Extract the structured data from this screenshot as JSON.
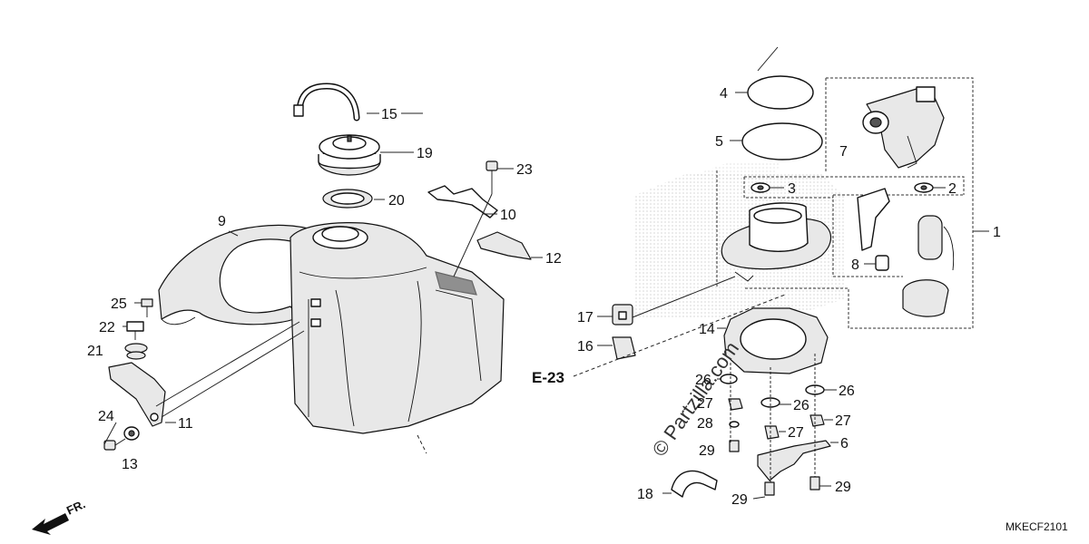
{
  "diagram": {
    "code": "MKECF2101",
    "front_label": "FR.",
    "reference": "E-23",
    "watermark": "© Partzilla.com"
  },
  "callouts": [
    "1",
    "2",
    "3",
    "4",
    "5",
    "6",
    "7",
    "8",
    "9",
    "10",
    "11",
    "12",
    "13",
    "14",
    "15",
    "16",
    "17",
    "18",
    "19",
    "20",
    "21",
    "22",
    "23",
    "24",
    "25",
    "26",
    "26",
    "26",
    "27",
    "27",
    "27",
    "28",
    "29",
    "29",
    "29"
  ]
}
